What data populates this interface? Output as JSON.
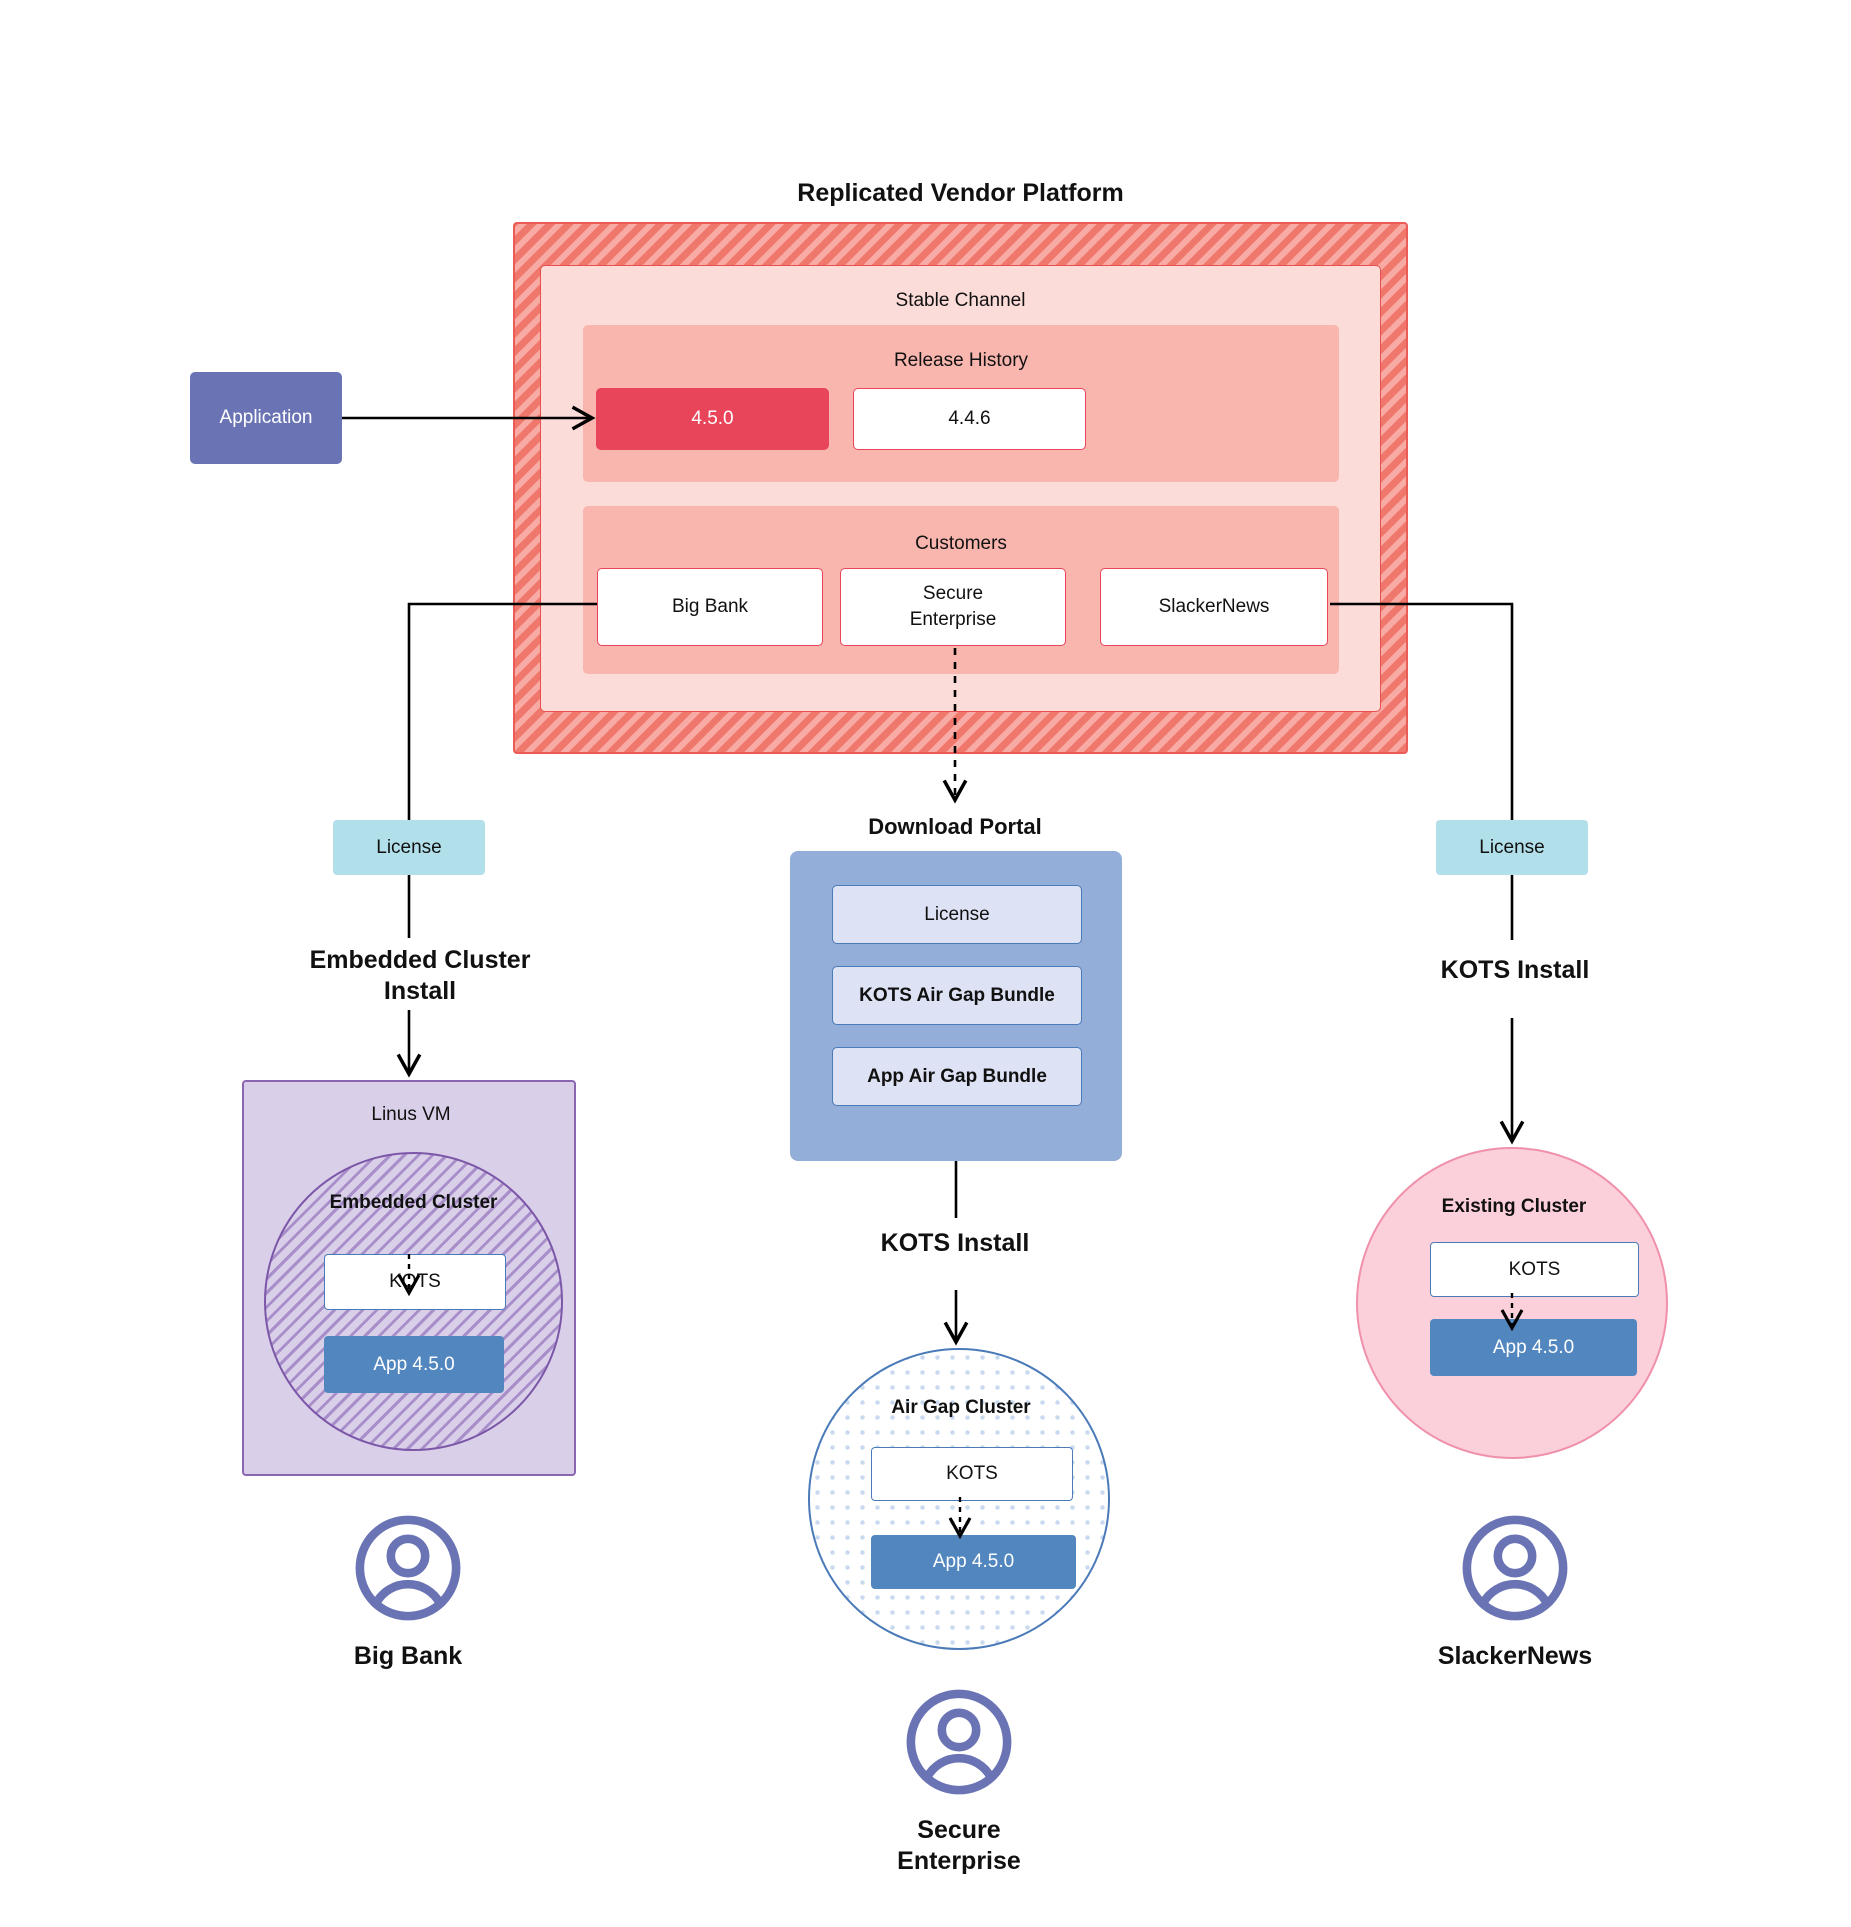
{
  "platform": {
    "title": "Replicated Vendor Platform",
    "channel": {
      "title": "Stable Channel",
      "release_history": {
        "title": "Release History",
        "releases": [
          {
            "version": "4.5.0",
            "state": "current"
          },
          {
            "version": "4.4.6",
            "state": "previous"
          }
        ]
      },
      "customers": {
        "title": "Customers",
        "items": [
          {
            "name": "Big Bank"
          },
          {
            "name": "Secure\nEnterprise"
          },
          {
            "name": "SlackerNews"
          }
        ]
      }
    }
  },
  "source": {
    "application_label": "Application"
  },
  "licenses": {
    "left_label": "License",
    "right_label": "License"
  },
  "edge_labels": {
    "embedded_cluster_install": "Embedded Cluster\nInstall",
    "kots_install_right": "KOTS Install",
    "kots_install_center": "KOTS Install"
  },
  "download_portal": {
    "title": "Download  Portal",
    "items": [
      {
        "label": "License"
      },
      {
        "label": "KOTS Air Gap Bundle"
      },
      {
        "label": "App Air Gap Bundle"
      }
    ]
  },
  "linux_vm": {
    "title": "Linus VM",
    "embedded_cluster": {
      "title": "Embedded Cluster",
      "kots_label": "KOTS",
      "app_label": "App 4.5.0"
    }
  },
  "air_gap_cluster": {
    "title": "Air Gap Cluster",
    "kots_label": "KOTS",
    "app_label": "App 4.5.0"
  },
  "existing_cluster": {
    "title": "Existing Cluster",
    "kots_label": "KOTS",
    "app_label": "App 4.5.0"
  },
  "personas": [
    {
      "name": "Big Bank",
      "icon": "user-avatar-icon"
    },
    {
      "name": "Secure\nEnterprise",
      "icon": "user-avatar-icon"
    },
    {
      "name": "SlackerNews",
      "icon": "user-avatar-icon"
    }
  ],
  "colors": {
    "platform_hatch": "#f0776c",
    "platform_hatch_light": "#f8aba4",
    "channel_bg": "#fbdcd8",
    "panel_bg": "#f9b6ae",
    "release_current": "#e8455a",
    "customer_border": "#e8455a",
    "application": "#6a74b4",
    "license": "#b2e0ea",
    "download_portal": "#93aed8",
    "portal_item": "#dde3f4",
    "kots_border": "#4a7ab8",
    "app_box": "#5186bf",
    "linux_vm": "#d9cfe9",
    "embedded_cluster_border": "#7c57a8",
    "existing_cluster": "#fbd0da",
    "avatar": "#6a74b4",
    "connector": "#000000"
  }
}
